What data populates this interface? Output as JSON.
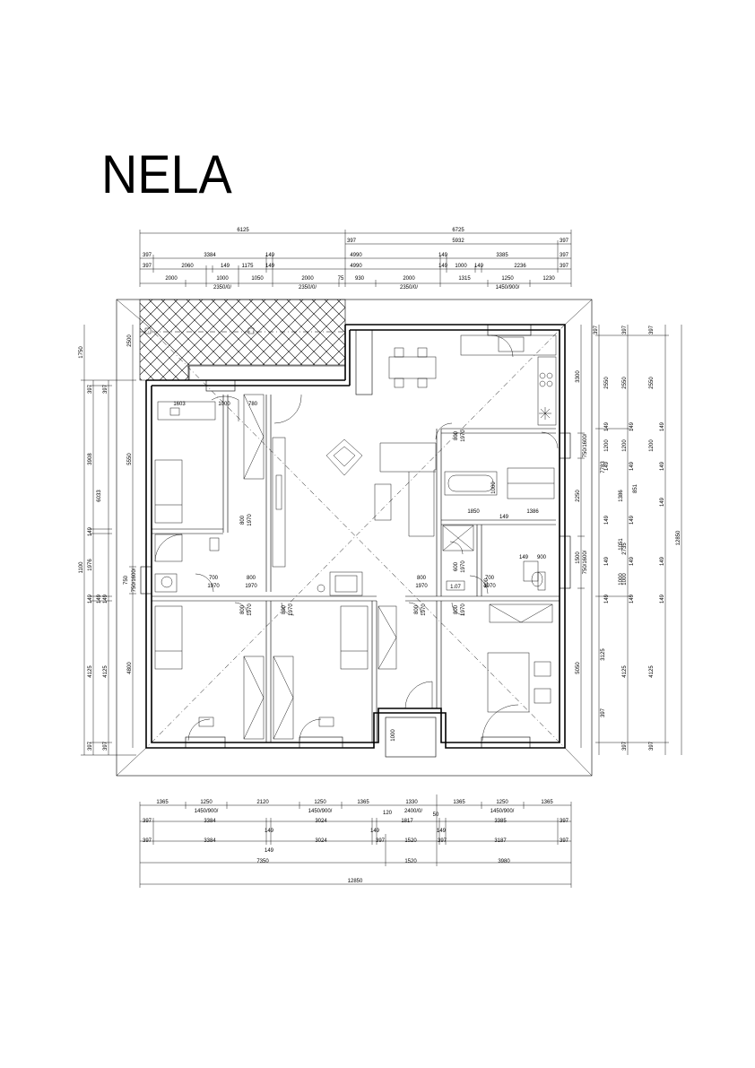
{
  "title": "NELA",
  "dims_top": {
    "r1": [
      "6125",
      "6725"
    ],
    "r2": [
      "397",
      "5932",
      "397"
    ],
    "r3": [
      "397",
      "3384",
      "149",
      "4990",
      "149",
      "3385",
      "397"
    ],
    "r4": [
      "397",
      "2060",
      "149",
      "1175",
      "149",
      "4990",
      "149",
      "1000",
      "149",
      "2236",
      "397"
    ],
    "r5": [
      "2000",
      "1000",
      "1050",
      "2000",
      "75",
      "930",
      "2000",
      "1315",
      "1250",
      "1230"
    ],
    "r5b": [
      "2350/0/",
      "2350/0/",
      "2350/0/",
      "1450/900/"
    ]
  },
  "dims_bottom": {
    "r1": [
      "1365",
      "1250",
      "2120",
      "1250",
      "1365",
      "1330",
      "1365",
      "1250",
      "1365"
    ],
    "r1b": [
      "1450/900/",
      "1450/900/",
      "120",
      "2400/0/",
      "50",
      "1450/900/"
    ],
    "r2": [
      "397",
      "3384",
      "3024",
      "1817",
      "3385",
      "397"
    ],
    "r2b": [
      "149",
      "149",
      "149"
    ],
    "r3": [
      "397",
      "3384",
      "3024",
      "397",
      "1520",
      "397",
      "3187",
      "397"
    ],
    "r3b": [
      "149"
    ],
    "r4": [
      "7350",
      "1520",
      "3980"
    ],
    "r5": [
      "12850"
    ]
  },
  "dims_left": {
    "outer": [
      "1750",
      "1100"
    ],
    "a": [
      "2500",
      "5550",
      "750",
      "4800"
    ],
    "a2": [
      "750/1600/"
    ],
    "b": [
      "397",
      "3908",
      "149",
      "1976",
      "149",
      "4125",
      "397",
      "6033"
    ],
    "c": [
      "397",
      "149",
      "149",
      "4125",
      "397"
    ]
  },
  "dims_right": {
    "a": [
      "3300",
      "750/1600/",
      "2250",
      "1500",
      "750/1600/",
      "5050"
    ],
    "b": [
      "397",
      "2550",
      "149",
      "1200",
      "149",
      "1386",
      "149",
      "1051",
      "149",
      "1000",
      "149",
      "3125",
      "397",
      "7783"
    ],
    "c": [
      "397",
      "2550",
      "149",
      "1200",
      "149",
      "851",
      "149",
      "2735",
      "149",
      "1000",
      "149",
      "4125",
      "397"
    ],
    "d": [
      "397",
      "2550",
      "149",
      "1200",
      "149",
      "149",
      "149",
      "149",
      "4125",
      "397",
      "12850"
    ]
  },
  "doors": [
    {
      "w": "1000",
      "h": ""
    },
    {
      "w": "780",
      "h": ""
    },
    {
      "w": "800",
      "h": "1970"
    },
    {
      "w": "700",
      "h": "1970"
    },
    {
      "w": "800",
      "h": "1970"
    },
    {
      "w": "800",
      "h": "1970"
    },
    {
      "w": "800",
      "h": "1970"
    },
    {
      "w": "700",
      "h": "1970"
    }
  ],
  "labels": {
    "l1603": "1603",
    "l1000a": "1000",
    "l780": "780",
    "l800a": "800",
    "l1970a": "1970",
    "l700a": "700",
    "l1970b": "1970",
    "l800b": "800",
    "l1970c": "1970",
    "l800c": "800",
    "l1970d": "1970",
    "l107": "1.07",
    "l700b": "700",
    "l1970e": "1970",
    "l900a": "900",
    "l149a": "149",
    "l900b": "900",
    "l1850": "1850",
    "l149b": "149",
    "l1386": "1386",
    "l1000b": "1000",
    "l800d": "800",
    "l1970f": "1970",
    "l600": "600",
    "l1970g": "1970",
    "l1000c": "1000",
    "l800e": "800",
    "l1970h": "1970",
    "l800f": "800",
    "l1970i": "1970",
    "l800g": "800",
    "l1970j": "1970",
    "l800h": "800",
    "l1970k": "1970",
    "l700c": "700",
    "l1970l": "1970",
    "l800i": "800",
    "l1970m": "1970"
  }
}
